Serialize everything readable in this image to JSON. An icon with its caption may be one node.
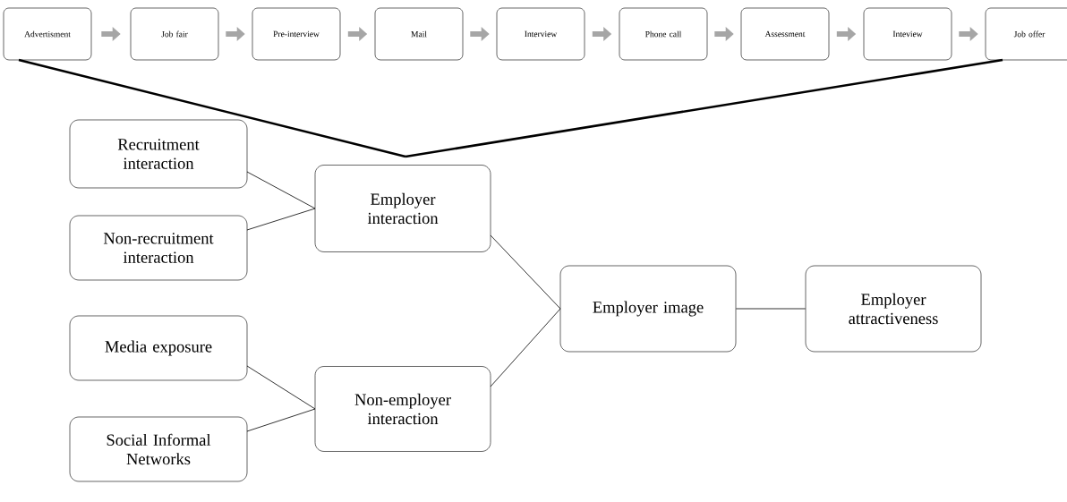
{
  "diagram": {
    "nodes": [
      {
        "text": [
          "Advertisment"
        ]
      },
      {
        "text": [
          "Job fair"
        ]
      },
      {
        "text": [
          "Pre-interview"
        ]
      },
      {
        "text": [
          "Mail"
        ]
      },
      {
        "text": [
          "Interview"
        ]
      },
      {
        "text": [
          "Phone call"
        ]
      },
      {
        "text": [
          "Assessment"
        ]
      },
      {
        "text": [
          "Inteview"
        ]
      },
      {
        "text": [
          "Job offer"
        ]
      },
      {
        "text": [
          "Recruitment interaction"
        ]
      },
      {
        "text": [
          "Non-recruitment interaction"
        ]
      },
      {
        "text": [
          "Media exposure"
        ]
      },
      {
        "text": [
          "Social Informal Networks"
        ]
      },
      {
        "text": [
          "Employer interaction"
        ]
      },
      {
        "text": [
          "Non-employer interaction"
        ]
      },
      {
        "text": [
          "Employer image"
        ]
      },
      {
        "text": [
          "Employer attractiveness"
        ]
      }
    ],
    "edges": [
      {
        "from": 0,
        "to": 1,
        "arrow": "to",
        "color": "#a6a6a6"
      },
      {
        "from": 1,
        "to": 2,
        "arrow": "to",
        "color": "#a6a6a6"
      },
      {
        "from": 2,
        "to": 3,
        "arrow": "to",
        "color": "#a6a6a6"
      },
      {
        "from": 3,
        "to": 4,
        "arrow": "to",
        "color": "#a6a6a6"
      },
      {
        "from": 4,
        "to": 5,
        "arrow": "to",
        "color": "#a6a6a6"
      },
      {
        "from": 5,
        "to": 6,
        "arrow": "to",
        "color": "#a6a6a6"
      },
      {
        "from": 6,
        "to": 7,
        "arrow": "to",
        "color": "#a6a6a6"
      },
      {
        "from": 7,
        "to": 8,
        "arrow": "to",
        "color": "#a6a6a6"
      },
      {
        "from": 0,
        "to": 13,
        "arrow": "none",
        "style": "thick"
      },
      {
        "from": 8,
        "to": 13,
        "arrow": "none",
        "style": "thick"
      },
      {
        "from": 9,
        "to": 13,
        "arrow": "none"
      },
      {
        "from": 10,
        "to": 13,
        "arrow": "none"
      },
      {
        "from": 11,
        "to": 14,
        "arrow": "none"
      },
      {
        "from": 12,
        "to": 14,
        "arrow": "none"
      },
      {
        "from": 13,
        "to": 15,
        "arrow": "none"
      },
      {
        "from": 14,
        "to": 15,
        "arrow": "none"
      },
      {
        "from": 15,
        "to": 16,
        "arrow": "none"
      }
    ]
  }
}
